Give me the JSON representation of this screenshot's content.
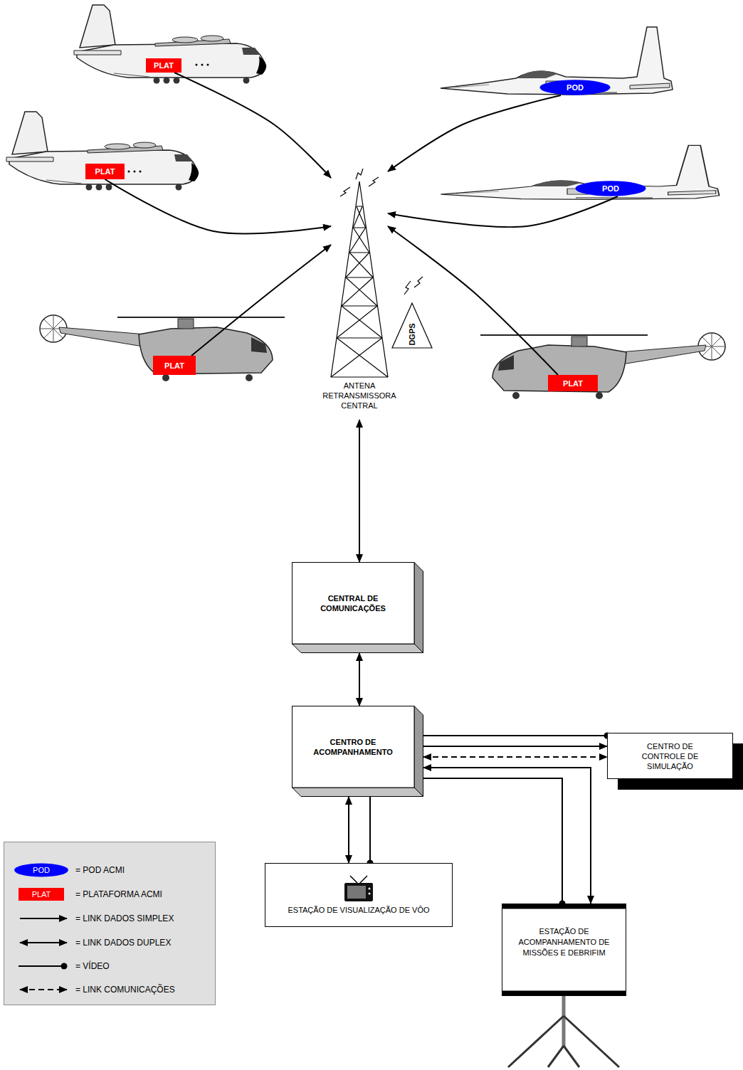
{
  "diagram": {
    "nodes": [
      {
        "text": [
          "PLAT"
        ]
      },
      {
        "text": [
          "POD"
        ]
      },
      {
        "text": [
          "PLAT"
        ]
      },
      {
        "text": [
          "POD"
        ]
      },
      {
        "text": [
          "ANTENA RETRANSMISSORA CENTRAL"
        ]
      },
      {
        "text": [
          "DGPS"
        ]
      },
      {
        "text": [
          "PLAT"
        ]
      },
      {
        "text": [
          "PLAT"
        ]
      },
      {
        "text": [
          "CENTRAL DE COMUNICAÇÕES"
        ]
      },
      {
        "text": [
          "CENTRO DE ACOMPANHAMENTO"
        ]
      },
      {
        "text": [
          "CENTRO DE CONTROLE DE SIMULAÇÃO"
        ]
      },
      {
        "text": [
          "ESTAÇÃO DE VISUALIZAÇÃO DE VÔO"
        ]
      },
      {
        "text": [
          "ESTAÇÃO DE ACOMPANHAMENTO DE MISSÕES E DEBRIFIM"
        ]
      }
    ],
    "edges": [
      {
        "from": 0,
        "to": 4,
        "arrow": "to"
      },
      {
        "from": 1,
        "to": 4,
        "arrow": "to"
      },
      {
        "from": 2,
        "to": 4,
        "arrow": "to"
      },
      {
        "from": 3,
        "to": 4,
        "arrow": "to"
      },
      {
        "from": 6,
        "to": 4,
        "arrow": "to"
      },
      {
        "from": 7,
        "to": 4,
        "arrow": "to"
      },
      {
        "from": 4,
        "to": 8,
        "arrow": "both"
      },
      {
        "from": 8,
        "to": 9,
        "arrow": "both"
      },
      {
        "from": 9,
        "to": 10,
        "arrow": "to"
      },
      {
        "from": 9,
        "to": 10,
        "arrow": "to"
      },
      {
        "from": 9,
        "to": 10,
        "arrow": "both"
      },
      {
        "from": 9,
        "to": 12,
        "arrow": "both"
      },
      {
        "from": 9,
        "to": 12,
        "arrow": "to"
      },
      {
        "from": 9,
        "to": 11,
        "arrow": "both"
      },
      {
        "from": 9,
        "to": 11,
        "arrow": "to"
      }
    ],
    "labels": [
      "POD",
      "PLAT"
    ],
    "legend": [
      {
        "text": "= POD ACMI",
        "color": "#0000ff"
      },
      {
        "text": "= PLATAFORMA ACMI",
        "color": "#ff0000"
      },
      {
        "text": "= LINK DADOS SIMPLEX"
      },
      {
        "text": "= LINK DADOS DUPLEX"
      },
      {
        "text": "= VÍDEO"
      },
      {
        "text": "= LINK COMUNICAÇÕES"
      }
    ]
  }
}
